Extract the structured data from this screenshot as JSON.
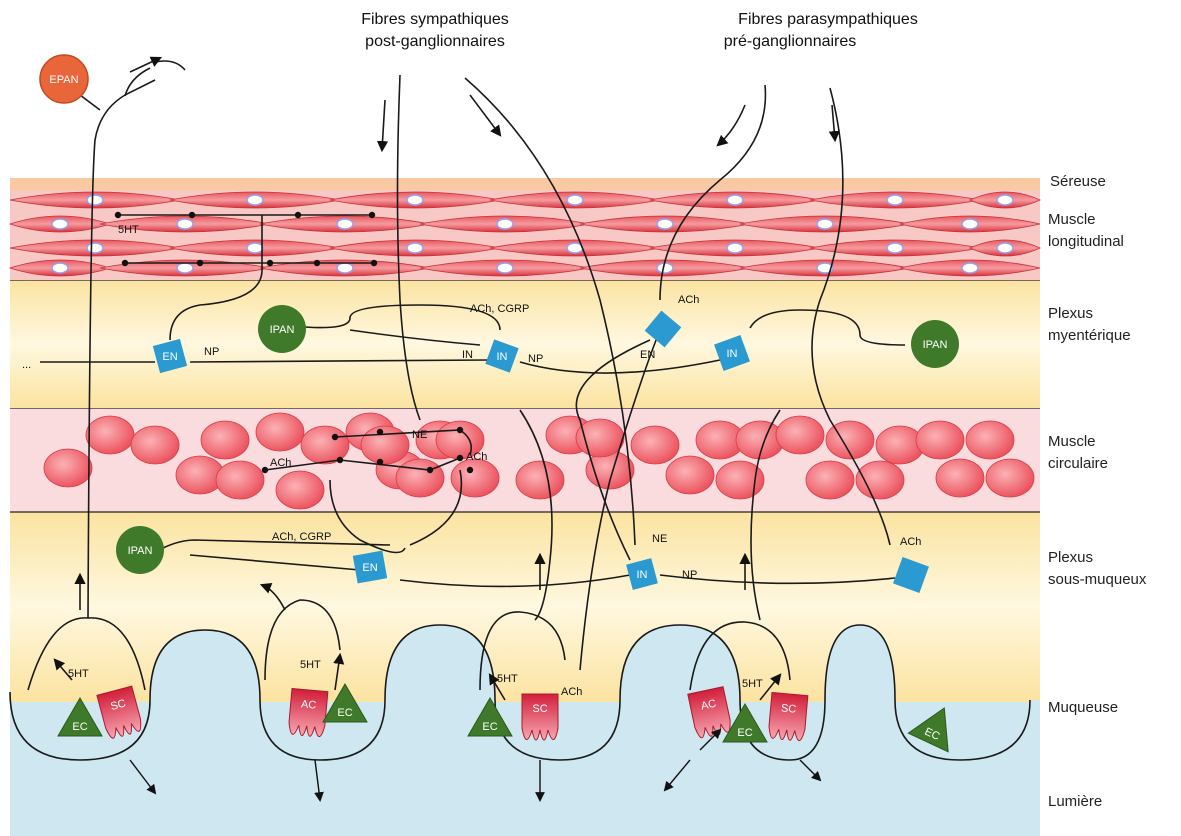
{
  "headers": {
    "sympathetic": [
      "Fibres sympathiques",
      "post-ganglionnaires"
    ],
    "parasympathetic": [
      "Fibres parasympathiques",
      "pré-ganglionnaires"
    ]
  },
  "layers": {
    "sereuse": [
      "Séreuse"
    ],
    "longitudinal": [
      "Muscle",
      "longitudinal"
    ],
    "myenteric": [
      "Plexus",
      "myentérique"
    ],
    "circular": [
      "Muscle",
      "circulaire"
    ],
    "submucosal": [
      "Plexus",
      "sous-muqueux"
    ],
    "mucosa": [
      "Muqueuse"
    ],
    "lumen": [
      "Lumière"
    ]
  },
  "cells": {
    "epan": "EPAN",
    "ipan": "IPAN",
    "en": "EN",
    "in": "IN",
    "ec": "EC",
    "sc": "SC",
    "ac": "AC"
  },
  "labels": {
    "fivehtlong": "5HT",
    "achcgrp": "ACh, CGRP",
    "ach": "ACh",
    "np": "NP",
    "ne": "NE",
    "fivehtmuc": "5HT",
    "en": "EN",
    "in": "IN",
    "dots": "..."
  },
  "colors": {
    "sereuse": "#f8c9a2",
    "longitudinal": "#e4474b",
    "plexus": "#fbe7a8",
    "circular_bg": "#fbdcde",
    "circular_cell": "#f06a72",
    "lumen": "#cfe7f1",
    "mucosa_edge": "#9a6a3a",
    "neuron_green": "#3f7a2a",
    "neuron_orange": "#e8663a",
    "neuron_blue": "#2a9ad0",
    "cell_red": "#d3223a"
  }
}
